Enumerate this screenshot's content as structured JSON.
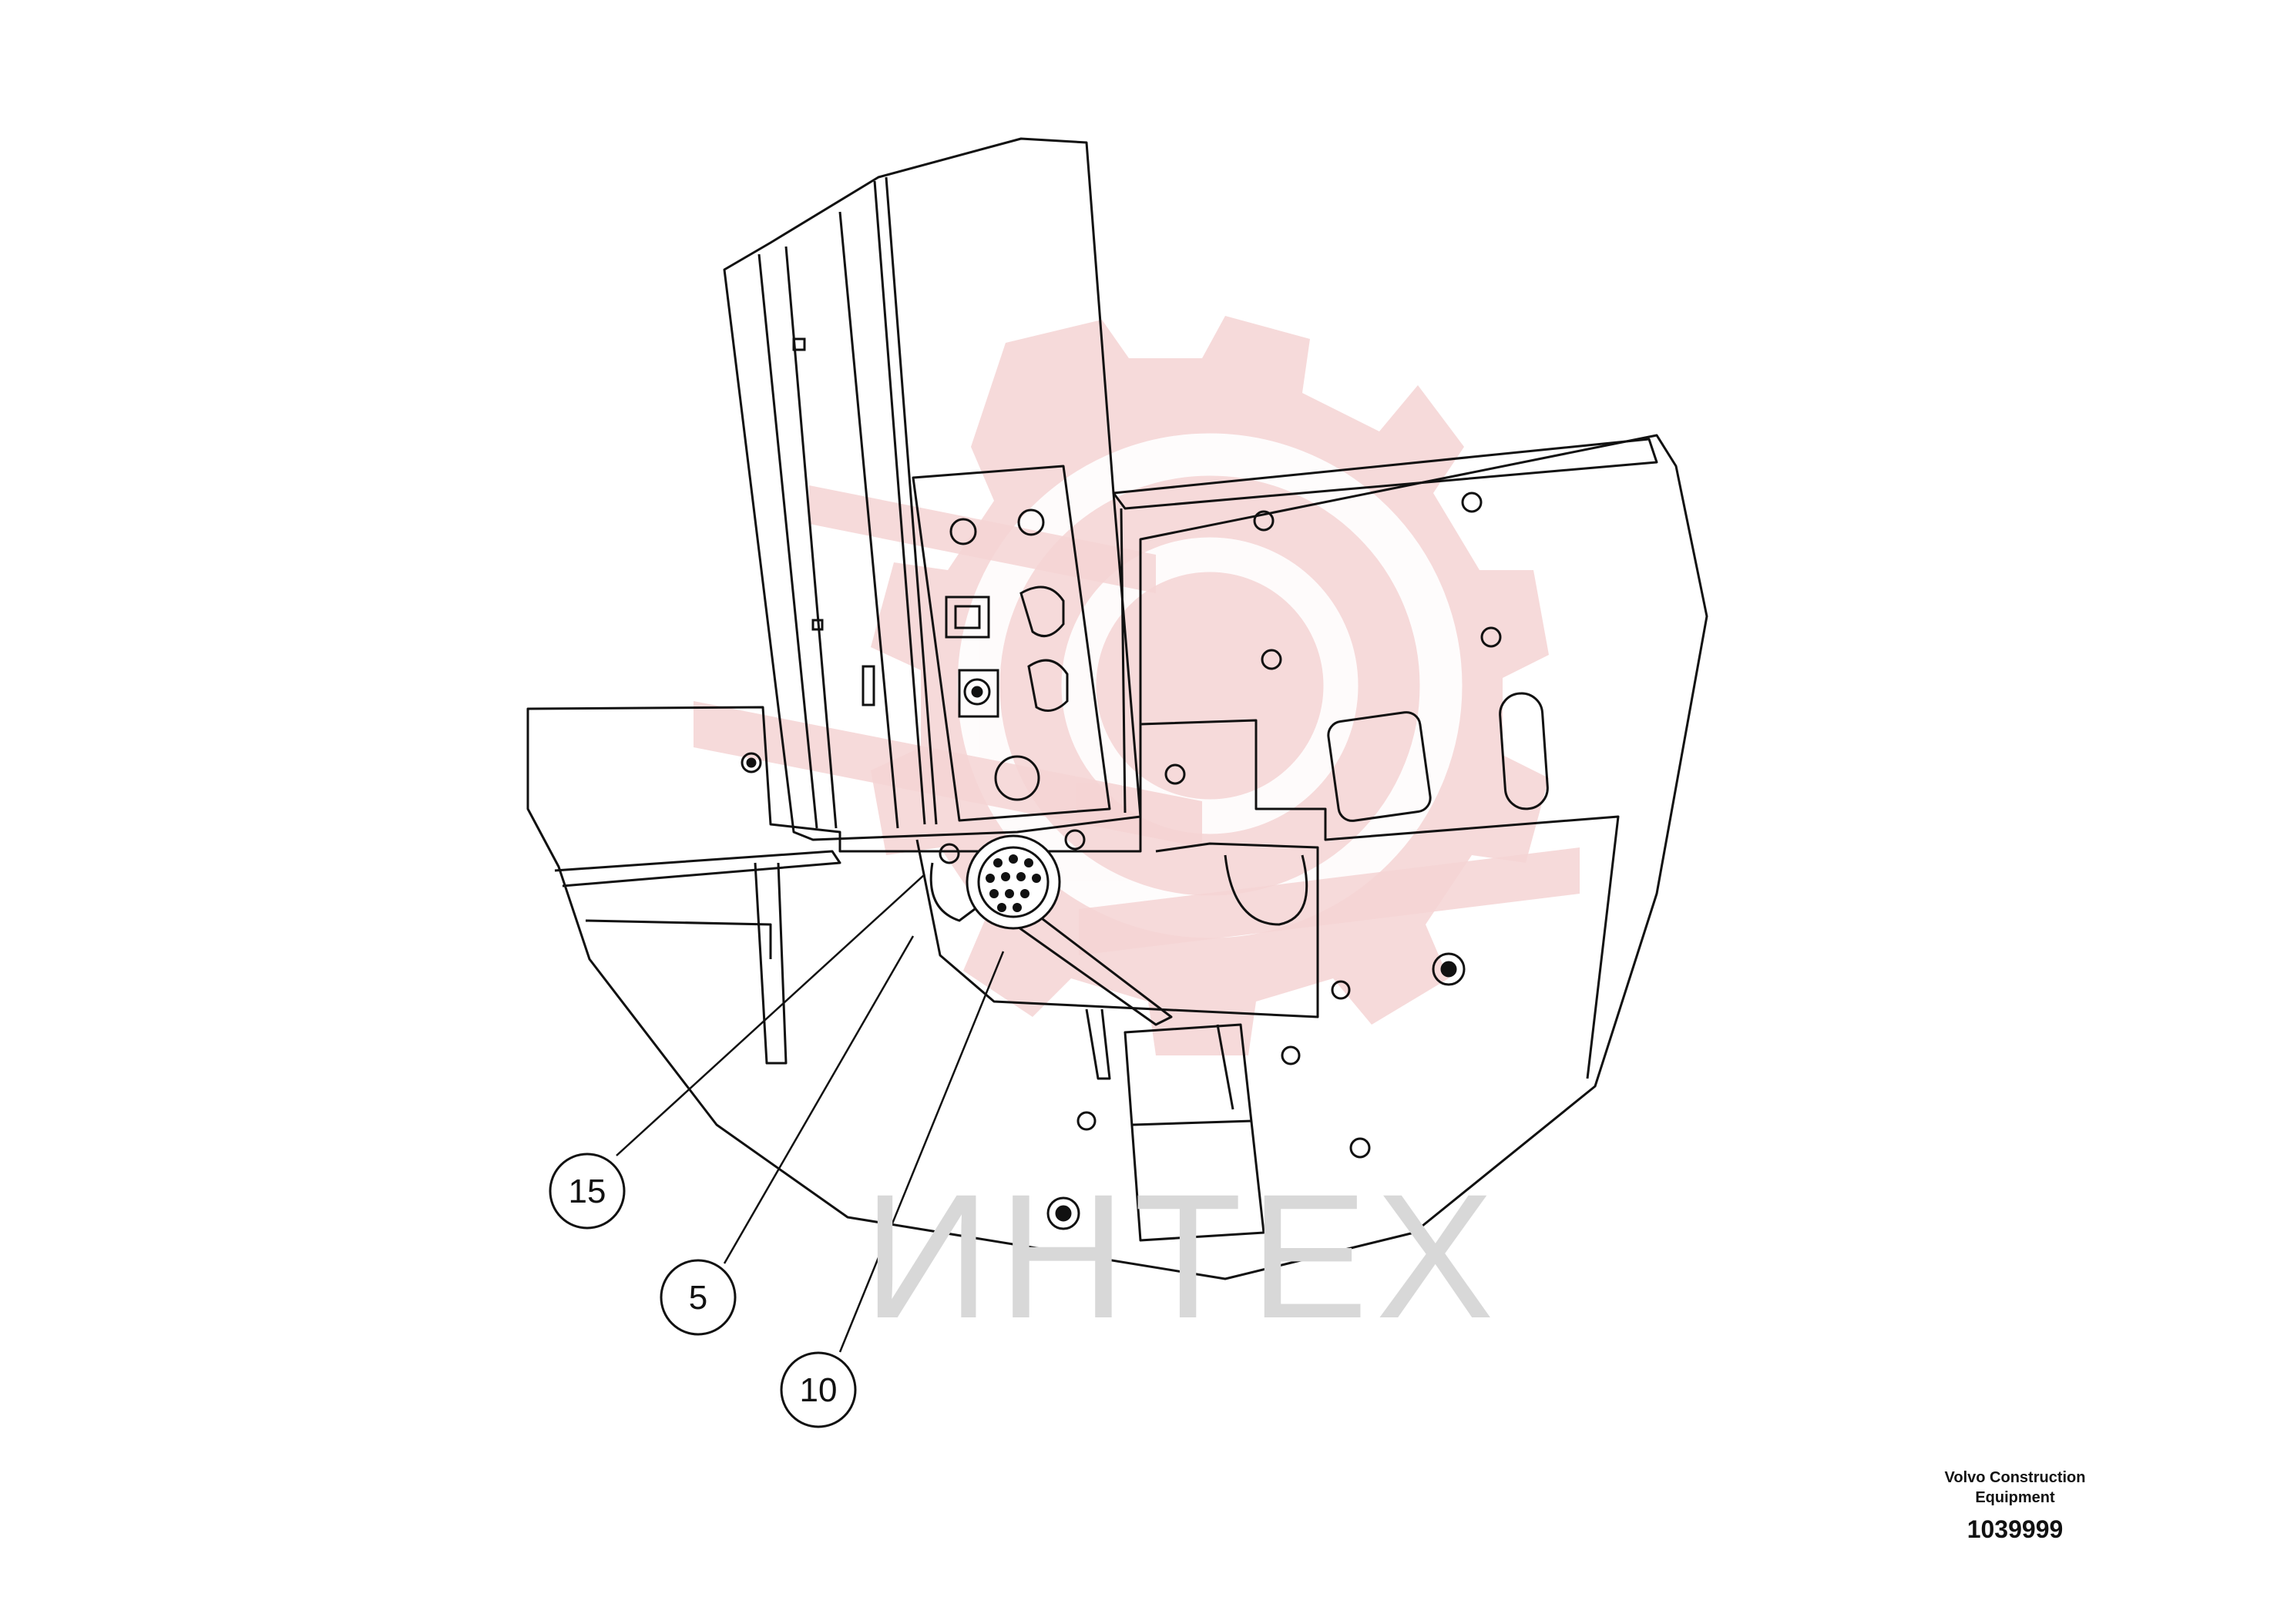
{
  "drawing": {
    "callouts": [
      {
        "id": "15",
        "label": "15"
      },
      {
        "id": "5",
        "label": "5"
      },
      {
        "id": "10",
        "label": "10"
      }
    ],
    "watermark_text": "ИНТЕХ",
    "watermark_logo": "gear-logo-icon"
  },
  "credit": {
    "org_line1": "Volvo Construction",
    "org_line2": "Equipment",
    "code": "1039999"
  },
  "colors": {
    "line": "#111111",
    "watermark_red": "#f4d6d6",
    "watermark_gray": "#d8d8d8"
  }
}
